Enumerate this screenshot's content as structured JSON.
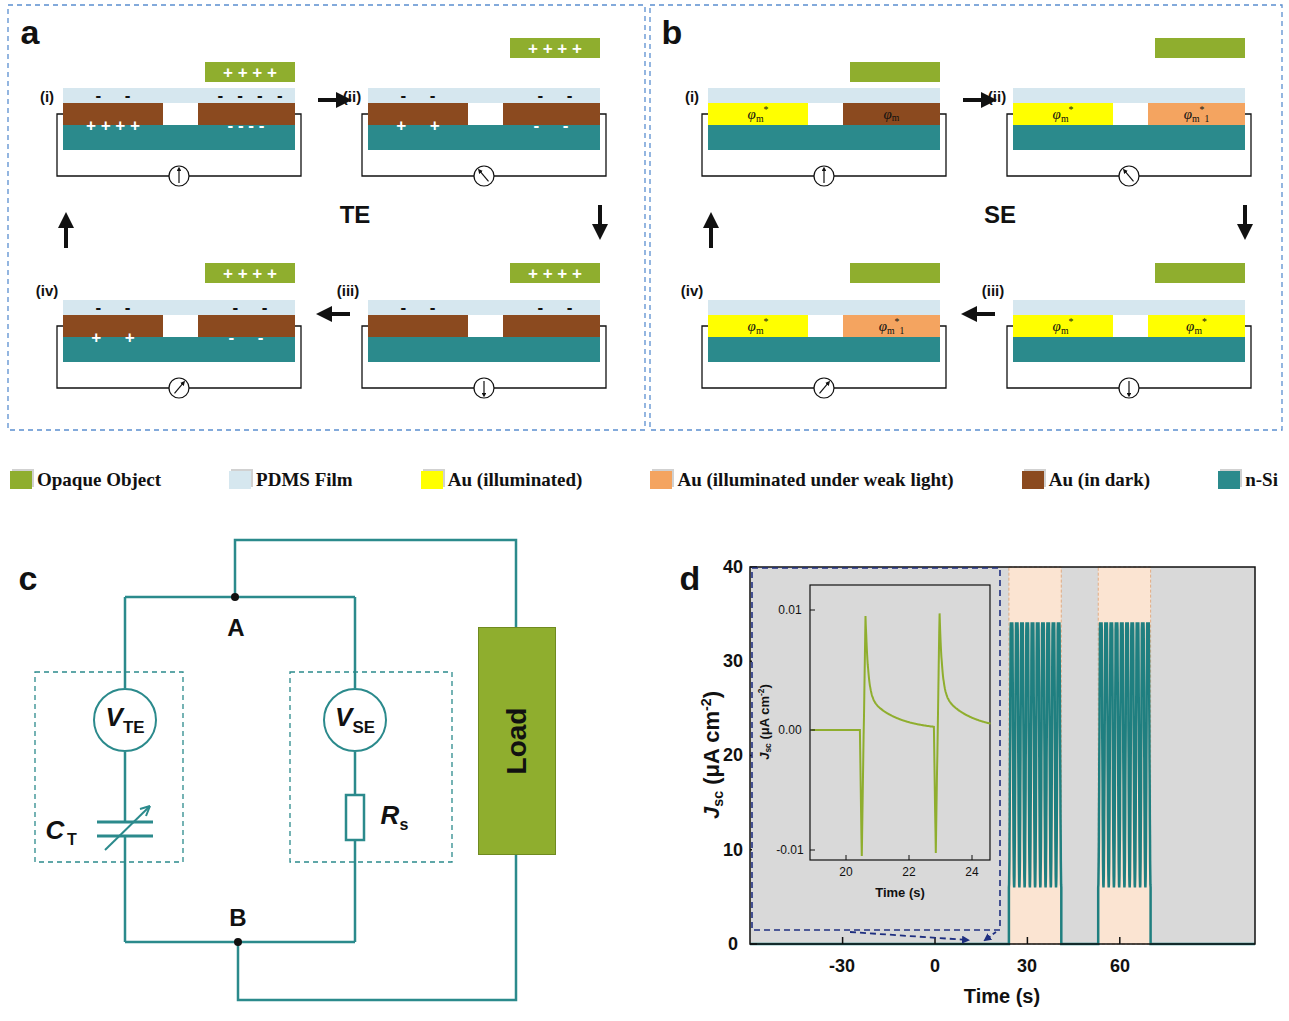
{
  "diagram": {
    "nodes": [
      {
        "text": [
          "φ",
          "m",
          "*"
        ]
      },
      {
        "text": [
          "φ",
          "m"
        ]
      },
      {
        "text": [
          "φ",
          "m",
          "*"
        ]
      },
      {
        "text": [
          "φ",
          "m",
          "*",
          "1"
        ]
      },
      {
        "text": [
          "φ",
          "m",
          "*"
        ]
      },
      {
        "text": [
          "φ",
          "m",
          "*"
        ]
      },
      {
        "text": [
          "φ",
          "m",
          "*"
        ]
      },
      {
        "text": [
          "φ",
          "m",
          "*",
          "1"
        ]
      },
      {
        "text": [
          "V",
          "TE"
        ]
      },
      {
        "text": [
          "V",
          "SE"
        ]
      },
      {
        "text": [
          "Load"
        ]
      }
    ],
    "labels": [
      "a",
      "b",
      "c",
      "d",
      "(i)",
      "(ii)",
      "(iii)",
      "(iv)",
      "TE",
      "(i)",
      "(ii)",
      "(iii)",
      "(iv)",
      "SE",
      "+ + + +",
      "-     -",
      "-   -   -   -",
      "+ + + +",
      "- - - -",
      "+ + + +",
      "-     -",
      "-     -",
      "+     +",
      "-     -",
      "+ + + +",
      "-     -",
      "-     -",
      "+ + + +",
      "-     -",
      "-     -",
      "+     +",
      "-     -",
      "A",
      "B",
      "C",
      "T",
      "R",
      "s",
      "0",
      "10",
      "20",
      "30",
      "40",
      "-30",
      "0",
      "30",
      "60",
      "Time (s)",
      "J",
      "sc",
      " (μA cm",
      "-2",
      ")",
      "0.01",
      "0.00",
      "-0.01",
      "20",
      "22",
      "24",
      "Time (s)",
      "J",
      "sc",
      " (μA cm",
      "-2",
      ")"
    ],
    "legend": [
      {
        "text": "Opaque Object",
        "color": "#8fae2e"
      },
      {
        "text": "PDMS Film",
        "color": "#d6e7ef"
      },
      {
        "text": "Au (illuminated)",
        "color": "#ffff00"
      },
      {
        "text": "Au (illuminated under weak light)",
        "color": "#f4a460"
      },
      {
        "text": "Au (in dark)",
        "color": "#8b4a1f"
      },
      {
        "text": "n-Si",
        "color": "#2b8a8c"
      }
    ]
  }
}
